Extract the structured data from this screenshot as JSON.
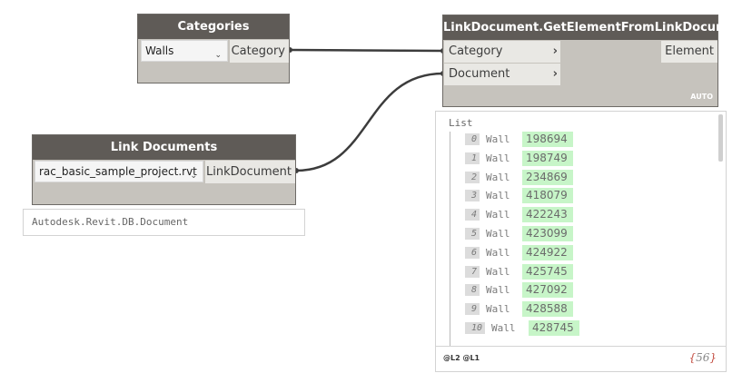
{
  "categories_node": {
    "title": "Categories",
    "dropdown_value": "Walls",
    "output_port": "Category"
  },
  "link_documents_node": {
    "title": "Link Documents",
    "dropdown_value": "rac_basic_sample_project.rvt",
    "output_port": "LinkDocument",
    "preview": "Autodesk.Revit.DB.Document"
  },
  "get_element_node": {
    "title": "LinkDocument.GetElementFromLinkDocument",
    "inputs": [
      "Category",
      "Document"
    ],
    "output_port": "Element",
    "lacing": "AUTO"
  },
  "watch": {
    "list_label": "List",
    "rows": [
      {
        "index": "0",
        "type": "Wall",
        "value": "198694"
      },
      {
        "index": "1",
        "type": "Wall",
        "value": "198749"
      },
      {
        "index": "2",
        "type": "Wall",
        "value": "234869"
      },
      {
        "index": "3",
        "type": "Wall",
        "value": "418079"
      },
      {
        "index": "4",
        "type": "Wall",
        "value": "422243"
      },
      {
        "index": "5",
        "type": "Wall",
        "value": "423099"
      },
      {
        "index": "6",
        "type": "Wall",
        "value": "424922"
      },
      {
        "index": "7",
        "type": "Wall",
        "value": "425745"
      },
      {
        "index": "8",
        "type": "Wall",
        "value": "427092"
      },
      {
        "index": "9",
        "type": "Wall",
        "value": "428588"
      },
      {
        "index": "10",
        "type": "Wall",
        "value": "428745"
      }
    ],
    "levels_label": "@L2 @L1",
    "count_open": "{",
    "count": "56",
    "count_close": "}"
  },
  "colors": {
    "header_bg": "#5f5b57",
    "node_body": "#c6c3bd",
    "port_bg": "#e9e8e4",
    "value_highlight": "#c7f5c8",
    "wire": "#3c3c3c"
  }
}
